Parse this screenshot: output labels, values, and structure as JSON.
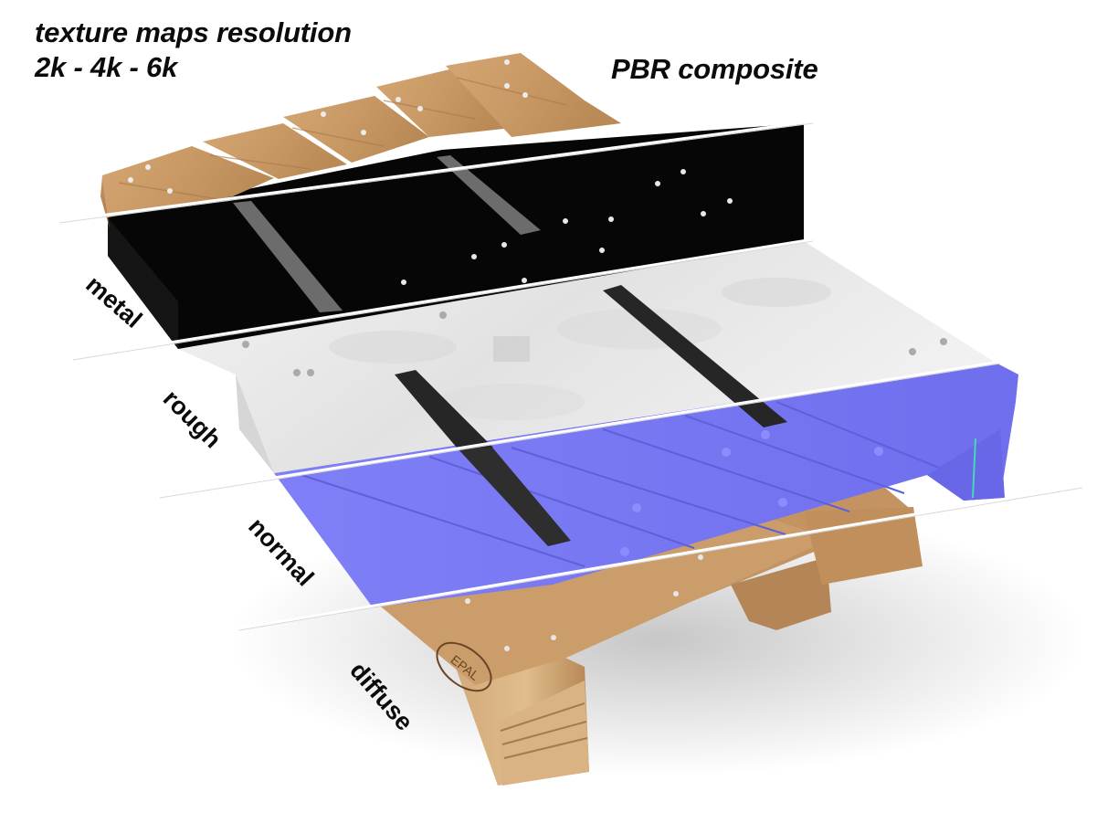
{
  "headline": {
    "line1": "texture maps resolution",
    "line2": "2k - 4k - 6k",
    "composite": "PBR composite"
  },
  "layers": {
    "metal": "metal",
    "rough": "rough",
    "normal": "normal",
    "diffuse": "diffuse"
  },
  "stamp_text": "EPAL",
  "colors": {
    "wood": "#c89a66",
    "metal": "#070707",
    "rough": "#e9e9e9",
    "normal": "#7a7af2",
    "label": "#0b0b0b"
  }
}
